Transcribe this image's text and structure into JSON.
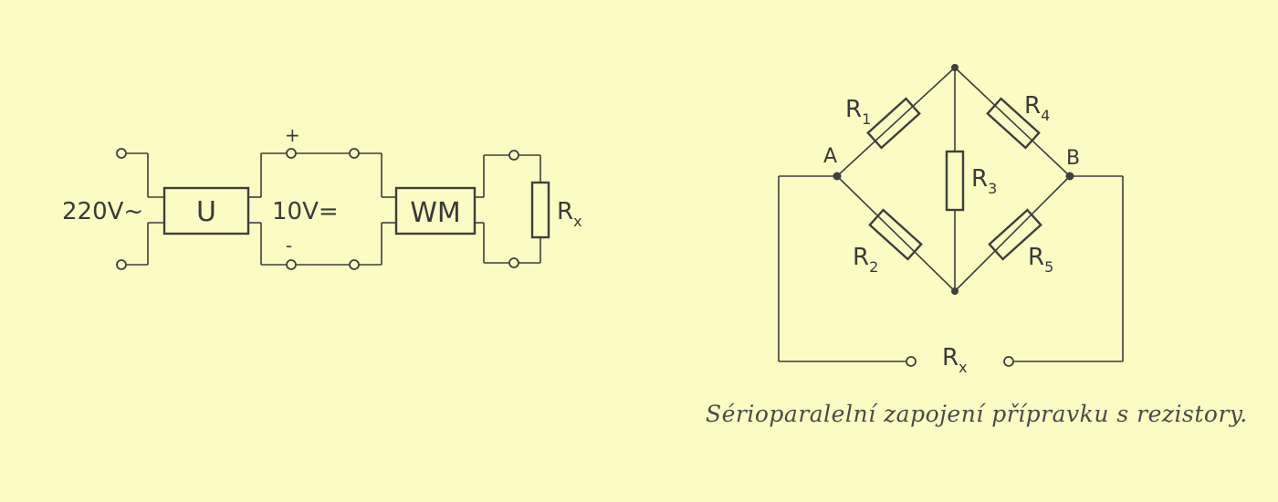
{
  "left_circuit": {
    "input_label": "220V~",
    "converter_label": "U",
    "output_label": "10V=",
    "plus_sign": "+",
    "minus_sign": "-",
    "meter_label": "WM",
    "load_label": "R",
    "load_sub": "x"
  },
  "bridge": {
    "node_a": "A",
    "node_b": "B",
    "r1": "R",
    "r1_sub": "1",
    "r2": "R",
    "r2_sub": "2",
    "r3": "R",
    "r3_sub": "3",
    "r4": "R",
    "r4_sub": "4",
    "r5": "R",
    "r5_sub": "5",
    "rx": "R",
    "rx_sub": "x"
  },
  "caption": "Sérioparalelní zapojení přípravku s rezistory."
}
